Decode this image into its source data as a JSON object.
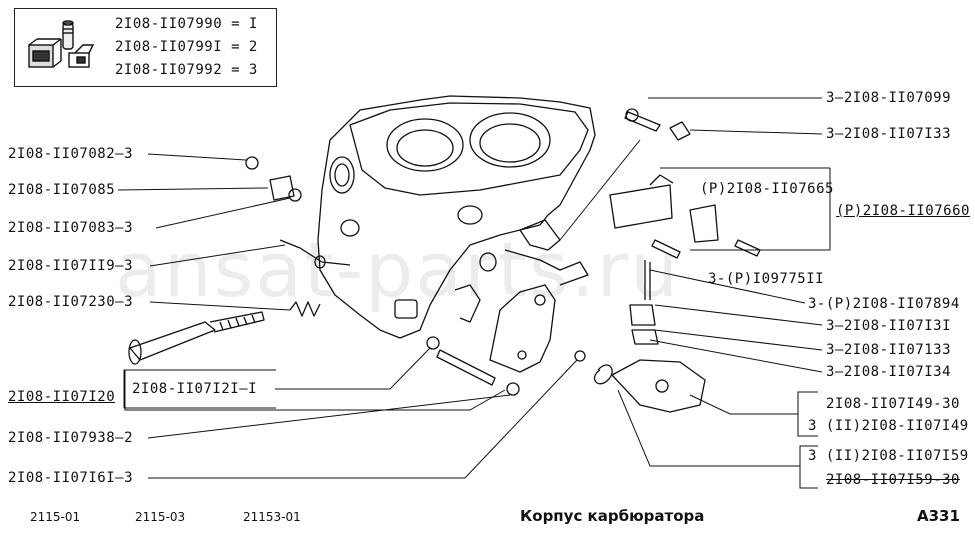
{
  "legend": {
    "rows": [
      "2I08-II07990 = I",
      "2I08-II0799I = 2",
      "2I08-II07992 = 3"
    ]
  },
  "left_labels": [
    "2I08-II07082—3",
    "2I08-II07085",
    "2I08-II07083—3",
    "2I08-II07II9—3",
    "2I08-II07230—3",
    "2I08-II07I20",
    "2I08-II07I2I—I",
    "2I08-II07938—2",
    "2I08-II07I6I—3"
  ],
  "right_labels": [
    "3—2I08-II07099",
    "3—2I08-II07I33",
    "(P)2I08-II07665",
    "(P)2I08-II07660",
    "3-(P)I09775II",
    "3-(P)2I08-II07894",
    "3—2I08-II07I3I",
    "3—2I08-II07133",
    "3—2I08-II07I34",
    "2I08-II07I49-30",
    "3 (II)2I08-II07I49",
    "3 (II)2I08-II07I59",
    "2I08-II07I59-30"
  ],
  "footer": {
    "models": [
      "2115-01",
      "2115-03",
      "21153-01"
    ],
    "title": "Корпус карбюратора",
    "sheet": "А331"
  },
  "watermark": "ansat-parts.ru"
}
